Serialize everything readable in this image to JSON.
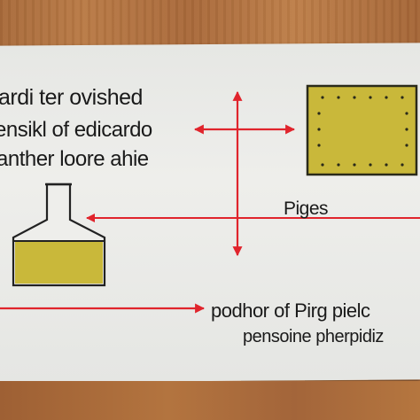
{
  "texts": {
    "line1": "ardi ter ovished",
    "line2": "ensikl of edicardo",
    "line3": "anther loore ahie",
    "pigs": "Piges",
    "bottom1": "podhor of Pirg pielc",
    "bottom2": "pensoine pherpidiz"
  },
  "colors": {
    "arrow": "#e0242c",
    "yellow": "#c9b83a",
    "paper": "#eaeae7",
    "wood": "#b07040"
  }
}
